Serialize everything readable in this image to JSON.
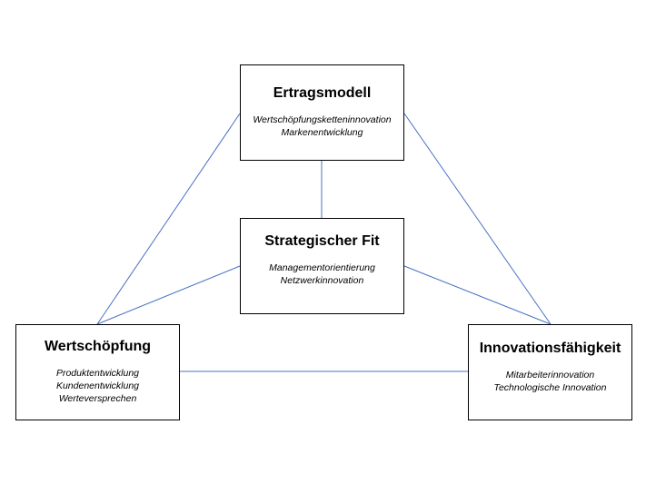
{
  "nodes": {
    "ertragsmodell": {
      "title": "Ertragsmodell",
      "items": [
        "Wertschöpfungsketteninnovation",
        "Markenentwicklung"
      ]
    },
    "strategischer_fit": {
      "title": "Strategischer Fit",
      "items": [
        "Managementorientierung",
        "Netzwerkinnovation"
      ]
    },
    "wertschoepfung": {
      "title": "Wertschöpfung",
      "items": [
        "Produktentwicklung",
        "Kundenentwicklung",
        "Werteversprechen"
      ]
    },
    "innovationsfaehigkeit": {
      "title": "Innovationsfähigkeit",
      "items": [
        "Mitarbeiterinnovation",
        "Technologische Innovation"
      ]
    }
  },
  "edges": [
    {
      "from": "ertragsmodell",
      "to": "wertschoepfung"
    },
    {
      "from": "ertragsmodell",
      "to": "innovationsfaehigkeit"
    },
    {
      "from": "ertragsmodell",
      "to": "strategischer_fit"
    },
    {
      "from": "strategischer_fit",
      "to": "wertschoepfung"
    },
    {
      "from": "strategischer_fit",
      "to": "innovationsfaehigkeit"
    },
    {
      "from": "wertschoepfung",
      "to": "innovationsfaehigkeit"
    }
  ],
  "colors": {
    "connector": "#4a72c4",
    "border": "#000000"
  }
}
